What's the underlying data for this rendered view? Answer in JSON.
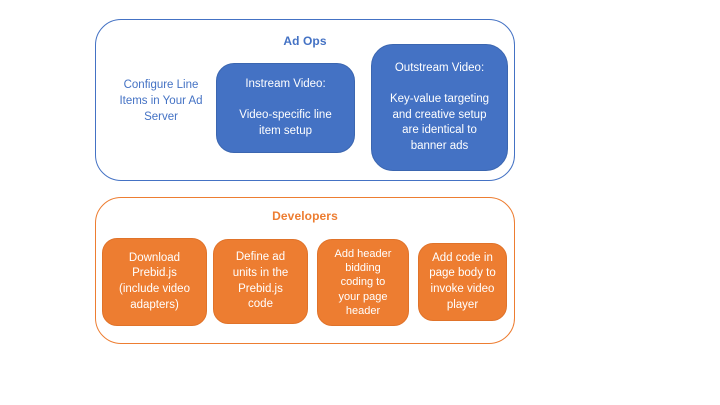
{
  "colors": {
    "blue": "#4472C4",
    "orange": "#ED7D31",
    "box_text": "#ffffff",
    "background": "#ffffff"
  },
  "ad_ops": {
    "title": "Ad Ops",
    "side_note": "Configure Line\nItems in Your Ad\nServer",
    "boxes": [
      {
        "name": "instream-video",
        "text": "Instream Video:\n\nVideo-specific line\nitem setup"
      },
      {
        "name": "outstream-video",
        "text": "Outstream Video:\n\nKey-value targeting\nand creative setup\nare identical to\nbanner ads"
      }
    ]
  },
  "developers": {
    "title": "Developers",
    "boxes": [
      {
        "name": "download-prebid",
        "text": "Download\nPrebid.js\n(include video\nadapters)"
      },
      {
        "name": "define-ad-units",
        "text": "Define ad\nunits in the\nPrebid.js\ncode"
      },
      {
        "name": "add-header-bidding",
        "text": "Add header\nbidding\ncoding to\nyour page\nheader"
      },
      {
        "name": "add-page-body-code",
        "text": "Add code in\npage body to\ninvoke video\nplayer"
      }
    ]
  }
}
